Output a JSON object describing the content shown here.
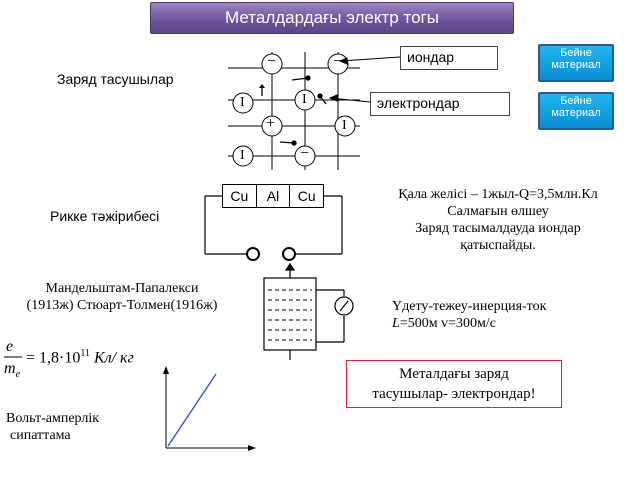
{
  "title": "Металдардағы электр тогы",
  "video_buttons": [
    "Бейне материал",
    "Бейне материал"
  ],
  "labels": {
    "ions": "иондар",
    "electrons": "электрондар",
    "charge_carriers": "Заряд тасушылар",
    "rikke": "Рикке тәжірибесі",
    "mandelstam": "Мандельштам-Папалекси",
    "stewart": "(1913ж) Стюарт-Толмен(1916ж)",
    "vac_line1": "Вольт-амперлік",
    "vac_line2": "сипаттама"
  },
  "metals": [
    "Cu",
    "Al",
    "Cu"
  ],
  "rikke_result": {
    "line1": "Қала желісі – 1жыл-Q=3,5млн.Кл",
    "line2": "Салмағын өлшеу",
    "line3": "Заряд тасымалдауда иондар",
    "line4": "қатыспайды."
  },
  "inertia": {
    "line1": "Үдету-тежеу-инерция-ток",
    "line2_prefix": "L",
    "line2_rest": "=500м  v=300м/с"
  },
  "formula": {
    "numerator": "e",
    "denominator": "m",
    "denominator_sub": "e",
    "value": "= 1,8·10",
    "exponent": "11",
    "unit": "Кл/ кг"
  },
  "conclusion": {
    "line1": "Металдағы заряд",
    "line2": "тасушылар- электрондар!"
  },
  "lattice_symbols": {
    "minus": "−",
    "plus": "+",
    "bar": "I"
  },
  "colors": {
    "title_bg": "#6e56a0",
    "video_bg": "#0a8fd4",
    "conclusion_border": "#e0202e",
    "graph_line": "#3050c8"
  }
}
